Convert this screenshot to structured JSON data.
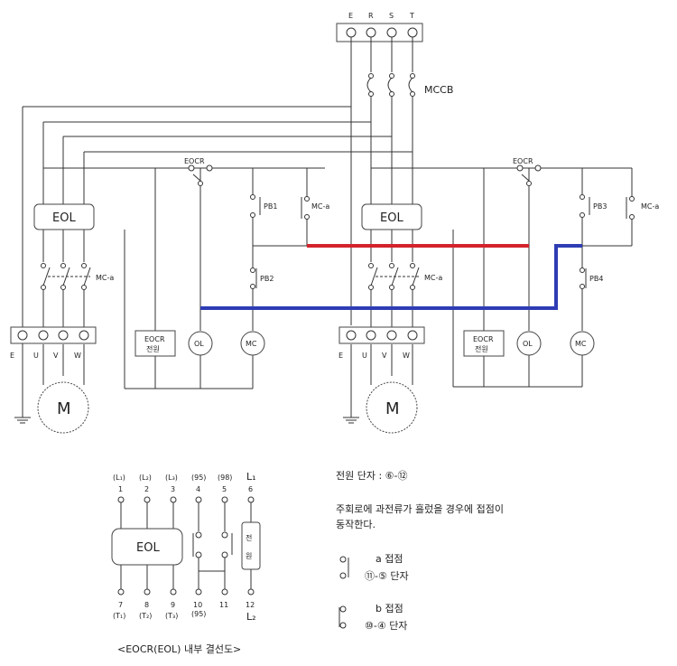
{
  "supply": {
    "labels": [
      "E",
      "R",
      "S",
      "T"
    ],
    "breaker_label": "MCCB"
  },
  "left": {
    "eol_label": "EOL",
    "eocr_contact_label": "EOCR",
    "pb_on_label": "PB1",
    "pb_off_label": "PB2",
    "mc_aux_label": "MC-a",
    "mc_main_label": "MC-a",
    "eocr_power_line1": "EOCR",
    "eocr_power_line2": "전원",
    "ol_label": "OL",
    "mc_coil_label": "MC",
    "terminal_labels": [
      "E",
      "U",
      "V",
      "W"
    ],
    "motor_label": "M"
  },
  "right": {
    "eol_label": "EOL",
    "eocr_contact_label": "EOCR",
    "pb_on_label": "PB3",
    "pb_off_label": "PB4",
    "mc_aux_label": "MC-a",
    "mc_main_label": "MC-a",
    "eocr_power_line1": "EOCR",
    "eocr_power_line2": "전원",
    "ol_label": "OL",
    "mc_coil_label": "MC",
    "terminal_labels": [
      "E",
      "U",
      "V",
      "W"
    ],
    "motor_label": "M"
  },
  "wires": {
    "red": "#d3232b",
    "blue": "#2e3db4"
  },
  "internal": {
    "top_labels": [
      "(L₁)",
      "(L₂)",
      "(L₃)",
      "(95)",
      "(98)",
      "L₁"
    ],
    "top_numbers": [
      "1",
      "2",
      "3",
      "4",
      "5",
      "6"
    ],
    "bottom_numbers": [
      "7",
      "8",
      "9",
      "10",
      "11",
      "12"
    ],
    "bottom_labels": [
      "(T₁)",
      "(T₂)",
      "(T₃)",
      "(95)",
      "",
      "L₂"
    ],
    "eol_label": "EOL",
    "power_char1": "전",
    "power_char2": "원",
    "caption": "<EOCR(EOL) 내부 결선도>"
  },
  "notes": {
    "power_terminal": "전원 단자 : ⑥-⑫",
    "desc_line1": "주회로에 과전류가 흘렀을 경우에 접점이",
    "desc_line2": "동작한다.",
    "a_contact_title": "a 접점",
    "a_contact_terminals": "⑪-⑤ 단자",
    "b_contact_title": "b 접점",
    "b_contact_terminals": "⑩-④ 단자"
  }
}
